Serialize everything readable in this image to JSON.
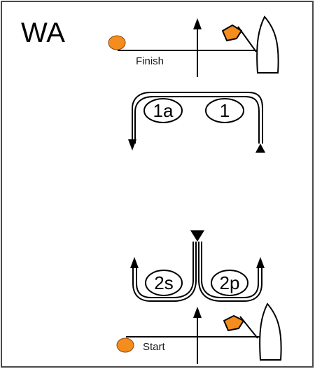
{
  "course": {
    "title": "WA",
    "finish_label": "Finish",
    "start_label": "Start"
  },
  "marks": {
    "mark_1a": "1a",
    "mark_1": "1",
    "mark_2s": "2s",
    "mark_2p": "2p"
  },
  "colors": {
    "pin_buoy": "#f58c1e",
    "flag": "#f58c1e",
    "line": "#000000",
    "frame_border": "#4a4a4a"
  }
}
